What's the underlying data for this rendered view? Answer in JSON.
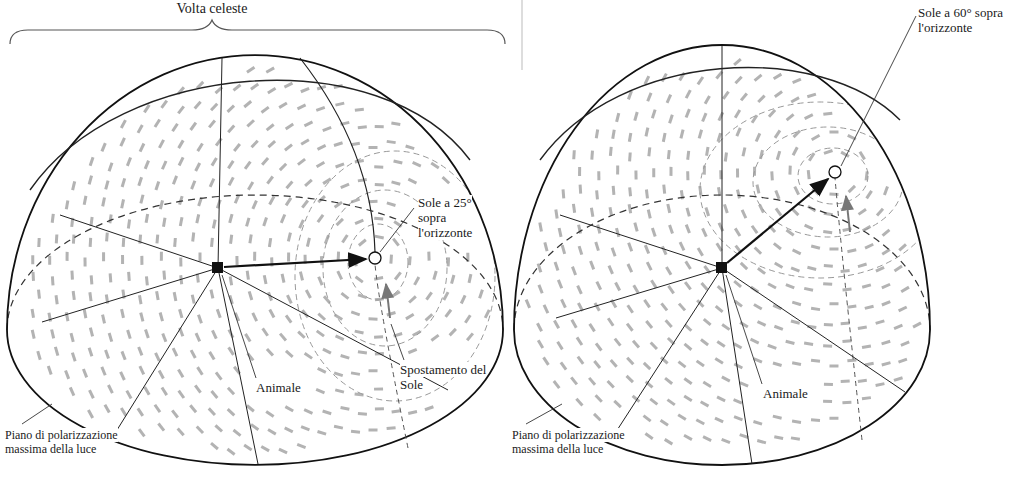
{
  "diagram": {
    "labels": [
      "Volta celeste",
      "Sole a 25° sopra l'orizzonte",
      "Spostamento del Sole",
      "Piano di polarizzazione massima della luce",
      "Animale",
      "Sole a 60° sopra l'orizzonte",
      "Piano di polarizzazione massima della luce",
      "Animale"
    ]
  }
}
